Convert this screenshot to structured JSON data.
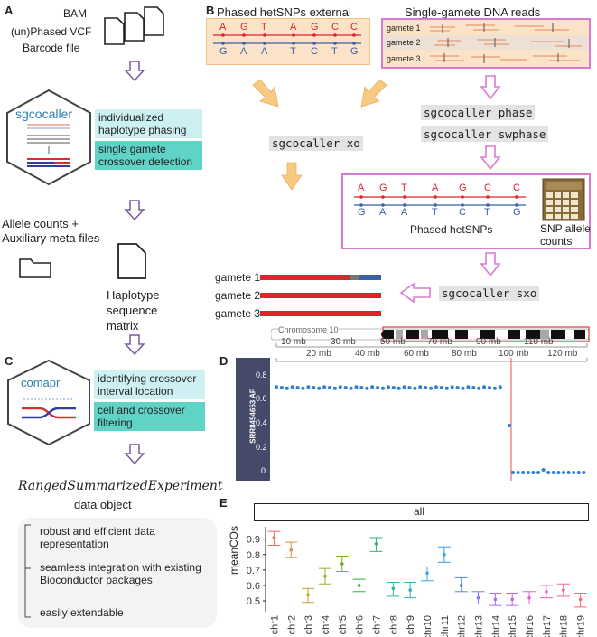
{
  "panels": {
    "a": "A",
    "b": "B",
    "c": "C",
    "d": "D",
    "e": "E"
  },
  "panel_a": {
    "inputs": [
      "BAM",
      "(un)Phased VCF",
      "Barcode file"
    ],
    "tool_name": "sgcocaller",
    "functions": [
      "individualized haplotype phasing",
      "single gamete crossover detection"
    ],
    "outputs_left": "Allele counts + Auxiliary meta files",
    "outputs_right": "Haplotype sequence matrix"
  },
  "panel_c": {
    "tool_name": "comapr",
    "functions": [
      "identifying crossover interval location",
      "cell and crossover filtering"
    ],
    "object_name": "RangedSummarizedExperiment",
    "object_suffix": "data object",
    "benefits": [
      "robust and efficient data representation",
      "seamless integration with existing Bioconductor packages",
      "easily extendable"
    ]
  },
  "panel_b": {
    "external_title": "Phased hetSNPs external",
    "reads_title": "Single-gamete DNA reads",
    "top_alleles": [
      "A",
      "G",
      "T",
      "A",
      "G",
      "C",
      "C"
    ],
    "bottom_alleles": [
      "G",
      "A",
      "A",
      "T",
      "C",
      "T",
      "G"
    ],
    "gametes": [
      "gamete 1",
      "gamete 2",
      "gamete 3"
    ],
    "cmd_phase": "sgcocaller phase",
    "cmd_swphase": "sgcocaller swphase",
    "cmd_xo": "sgcocaller xo",
    "cmd_sxo": "sgcocaller sxo",
    "phased_label": "Phased hetSNPs",
    "counts_label": "SNP allele counts",
    "colors": {
      "hap1": "#e0232a",
      "hap2": "#3b5ea8",
      "orange_arrow": "#f7c981",
      "pink_arrow": "#d87ad0",
      "peach": "#fbe3c8"
    }
  },
  "panel_d": {
    "chrom_label": "Chromosome 10",
    "ruler_top": [
      "10 mb",
      "30 mb",
      "50 mb",
      "70 mb",
      "90 mb",
      "110 mb"
    ],
    "ruler_bottom": [
      "20 mb",
      "40 mb",
      "60 mb",
      "80 mb",
      "100 mb",
      "120 mb"
    ],
    "track_label": "SRR8454653 AF",
    "y_ticks": [
      "0.8",
      "0.6",
      "0.4",
      "0.2",
      "0"
    ]
  },
  "chart_data": {
    "type": "scatter",
    "title": "all",
    "xlabel": "",
    "ylabel": "meanCOs",
    "categories": [
      "chr1",
      "chr2",
      "chr3",
      "chr4",
      "chr5",
      "chr6",
      "chr7",
      "chr8",
      "chr9",
      "chr10",
      "chr11",
      "chr12",
      "chr13",
      "chr14",
      "chr15",
      "chr16",
      "chr17",
      "chr18",
      "chr19"
    ],
    "values": [
      0.91,
      0.83,
      0.54,
      0.66,
      0.74,
      0.6,
      0.87,
      0.58,
      0.57,
      0.68,
      0.8,
      0.6,
      0.52,
      0.51,
      0.51,
      0.52,
      0.56,
      0.57,
      0.51
    ],
    "err_low": [
      0.86,
      0.78,
      0.49,
      0.61,
      0.69,
      0.56,
      0.82,
      0.53,
      0.52,
      0.63,
      0.75,
      0.56,
      0.48,
      0.47,
      0.47,
      0.48,
      0.52,
      0.53,
      0.46
    ],
    "err_high": [
      0.95,
      0.88,
      0.58,
      0.71,
      0.79,
      0.64,
      0.91,
      0.62,
      0.62,
      0.72,
      0.85,
      0.65,
      0.56,
      0.55,
      0.55,
      0.56,
      0.6,
      0.61,
      0.55
    ],
    "y_ticks": [
      "0.5",
      "0.6",
      "0.7",
      "0.8",
      "0.9"
    ],
    "ylim": [
      0.43,
      0.98
    ],
    "colors": [
      "#f26c5f",
      "#d9913a",
      "#c1a22b",
      "#a0a628",
      "#72ad2d",
      "#2fb04a",
      "#2db572",
      "#2eb49a",
      "#2db0b8",
      "#30a8d1",
      "#2f9ce0",
      "#5188ea",
      "#7f7bf0",
      "#a26df1",
      "#c264ea",
      "#dd5fd6",
      "#ee5fbd",
      "#f4639c",
      "#f36b7e"
    ]
  }
}
